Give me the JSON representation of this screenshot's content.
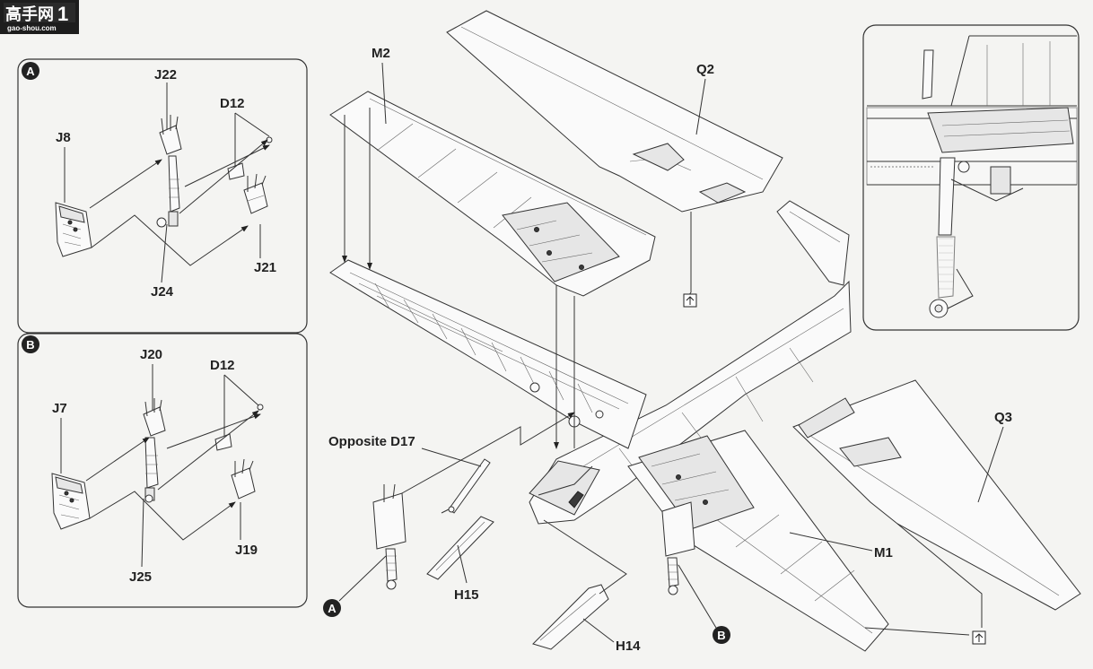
{
  "watermark": {
    "site_chars": "高手网",
    "number": "1",
    "url": "gao-shou.com"
  },
  "panel_a": {
    "step": "A",
    "labels": {
      "j22": "J22",
      "d12": "D12",
      "j8": "J8",
      "j21": "J21",
      "j24": "J24"
    }
  },
  "panel_b": {
    "step": "B",
    "labels": {
      "j20": "J20",
      "d12": "D12",
      "j7": "J7",
      "j19": "J19",
      "j25": "J25"
    }
  },
  "main": {
    "labels": {
      "m2": "M2",
      "q2": "Q2",
      "q3": "Q3",
      "m1": "M1",
      "opposite_d17": "Opposite D17",
      "h15": "H15",
      "h14": "H14"
    },
    "step_markers": {
      "a": "A",
      "b": "B"
    },
    "colors": {
      "line": "#333333",
      "background": "#f4f4f2",
      "marker": "#222222"
    }
  },
  "detail_view": {
    "name": "landing-gear-detail"
  }
}
